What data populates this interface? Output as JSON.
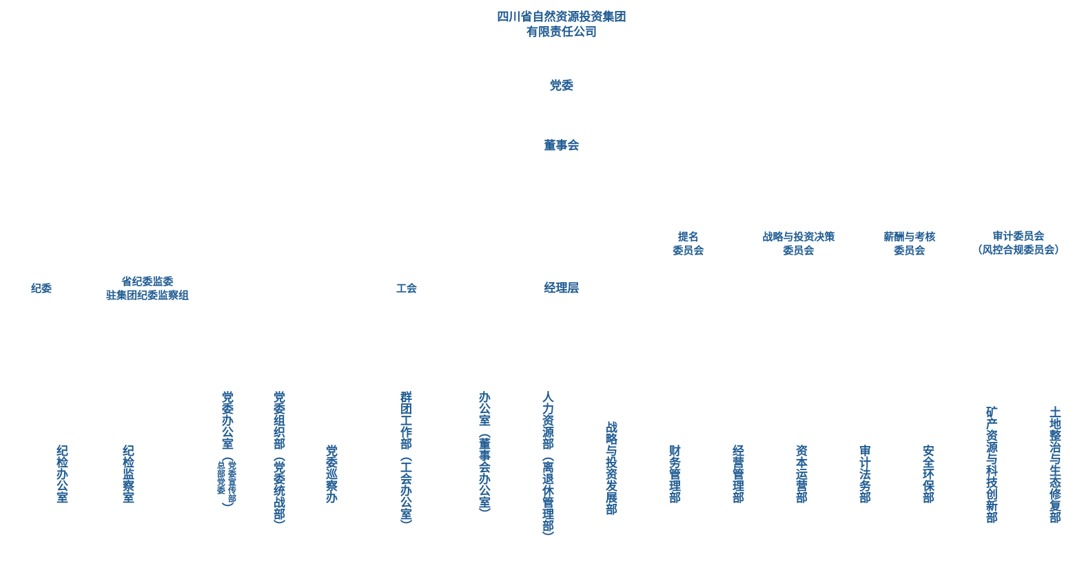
{
  "top": {
    "company_line1": "四川省自然资源投资集团",
    "company_line2": "有限责任公司",
    "party_committee": "党委",
    "board": "董事会"
  },
  "committees": [
    {
      "line1": "提名",
      "line2": "委员会"
    },
    {
      "line1": "战略与投资决策",
      "line2": "委员会"
    },
    {
      "line1": "薪酬与考核",
      "line2": "委员会"
    },
    {
      "line1": "审计委员会",
      "line2": "（风控合规委员会）"
    }
  ],
  "middle": {
    "discipline": "纪委",
    "provincial_line1": "省纪委监委",
    "provincial_line2": "驻集团纪委监察组",
    "union": "工会",
    "management": "经理层"
  },
  "departments": {
    "jijian_office": "纪检办公室",
    "jijian_supervision": "纪检监察室",
    "party_office_main": "党委办公室",
    "party_office_paren_open": "（",
    "party_office_sub_col1": "党委宣传部",
    "party_office_sub_col2": "总部党委",
    "party_office_paren_close": "）",
    "party_org": "党委组织部（党委统战部）",
    "party_inspection": "党委巡察办",
    "group_work": "群团工作部（工会办公室）",
    "office": "办公室（董事会办公室）",
    "hr": "人力资源部（离退休管理部）",
    "strategy": "战略与投资发展部",
    "finance": "财务管理部",
    "operations": "经营管理部",
    "capital": "资本运营部",
    "audit_legal": "审计法务部",
    "safety": "安全环保部",
    "mineral": "矿产资源与科技创新部",
    "land": "土地整治与生态修复部"
  }
}
